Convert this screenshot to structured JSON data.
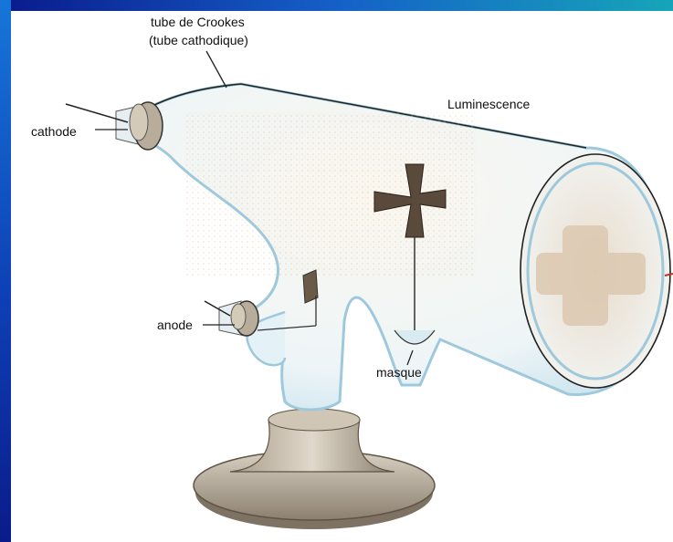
{
  "labels": {
    "tube_line1": "tube de Crookes",
    "tube_line2": "(tube cathodique)",
    "luminescence": "Luminescence",
    "cathode": "cathode",
    "anode": "anode",
    "masque": "masque"
  },
  "colors": {
    "frame_blue": "#0a1a8c",
    "frame_teal": "#16a5b8",
    "glass": "#dceef6",
    "glass_edge": "#9ec9dc",
    "metal": "#9c9180",
    "cross": "#5a4a3c",
    "red_line": "#c0341d"
  }
}
